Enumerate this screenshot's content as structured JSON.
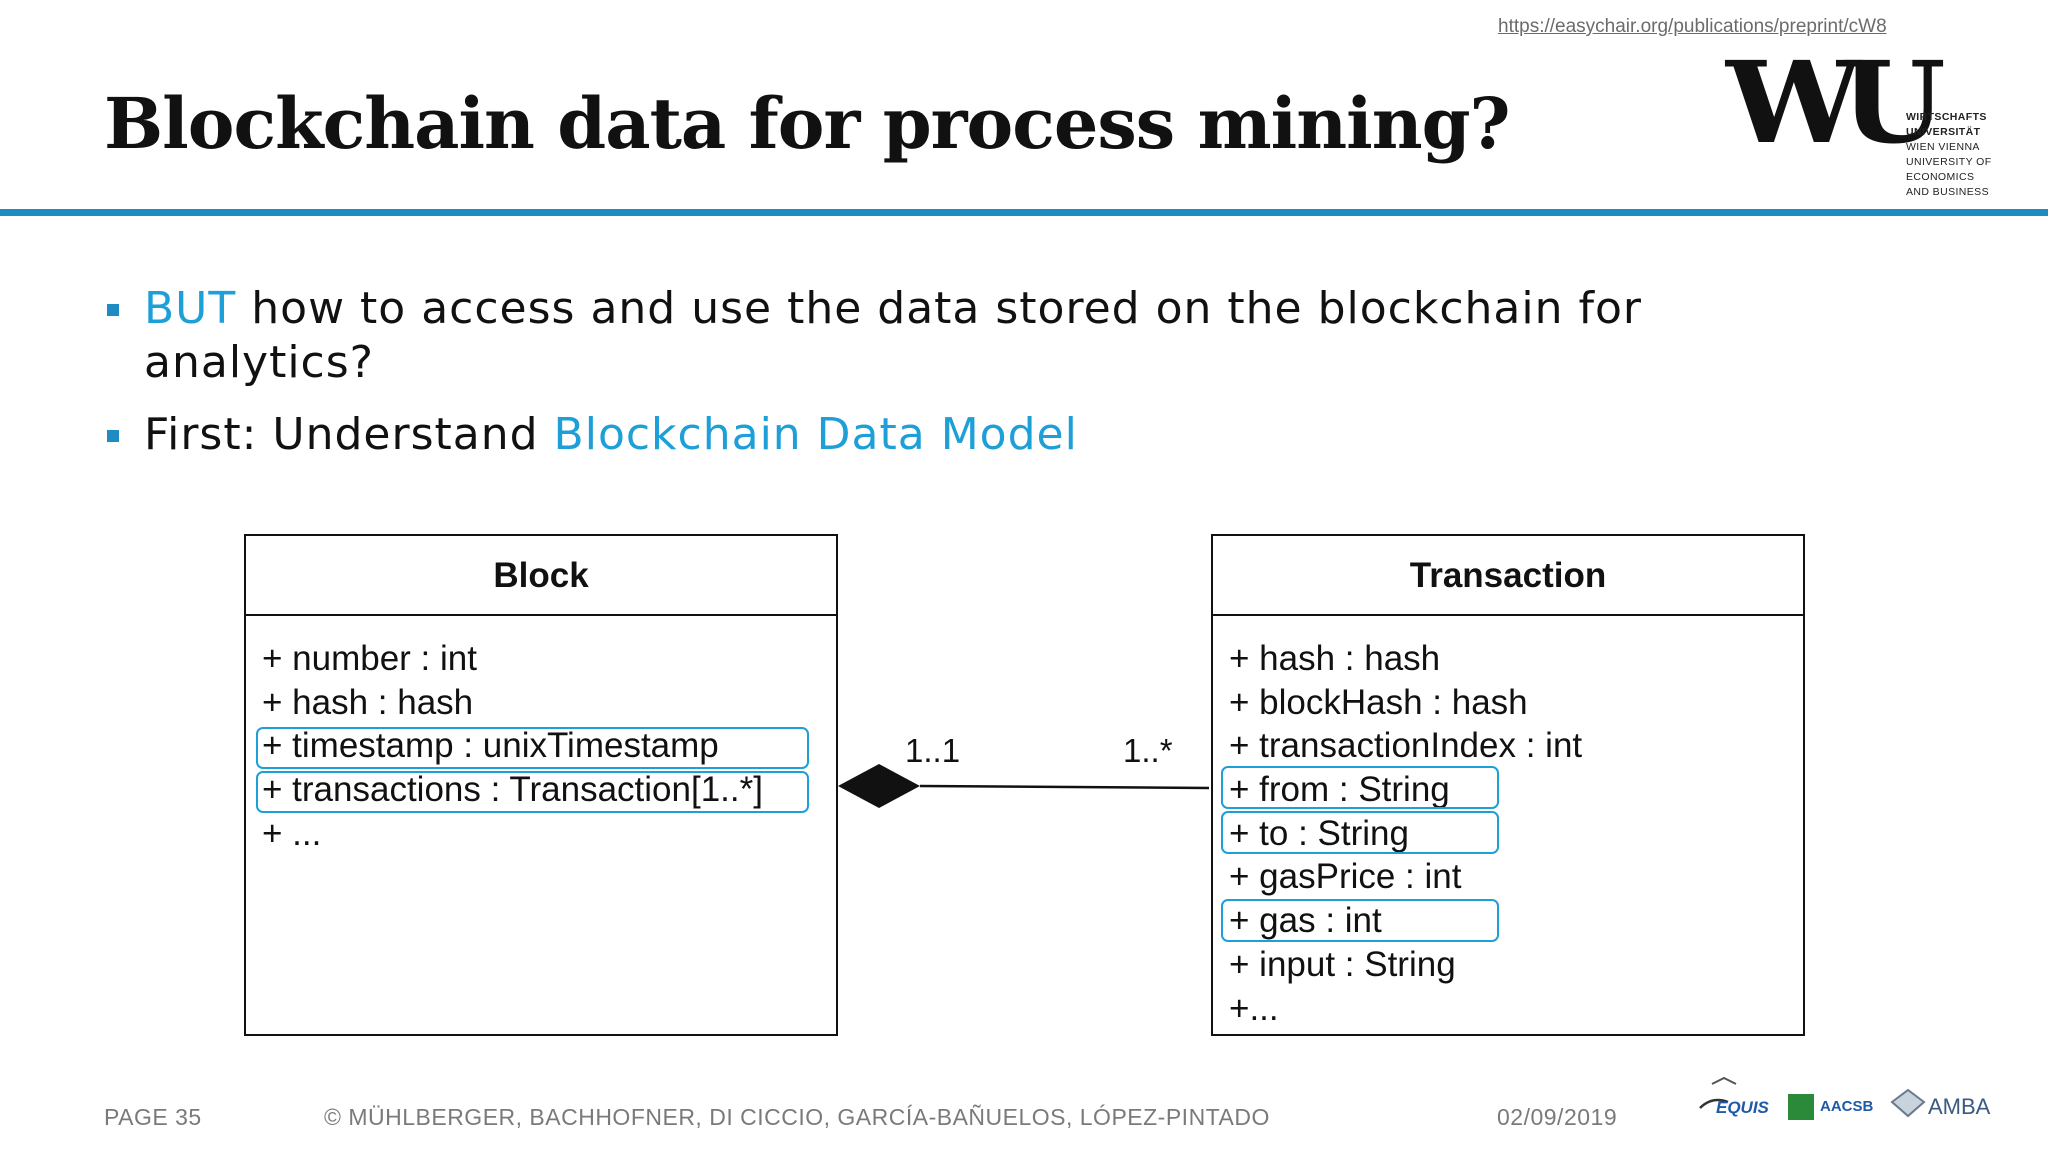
{
  "header": {
    "url": "https://easychair.org/publications/preprint/cW8",
    "title": "Blockchain data for process mining?"
  },
  "logo": {
    "mark": "WU",
    "lines": [
      "WIRTSCHAFTS",
      "UNIVERSITÄT",
      "WIEN VIENNA",
      "UNIVERSITY OF",
      "ECONOMICS",
      "AND BUSINESS"
    ]
  },
  "colors": {
    "accent": "#1e9fd8",
    "rule": "#1e8bc3"
  },
  "bullets": [
    {
      "highlight": "BUT",
      "text": " how to access and use the data stored on the blockchain for analytics?"
    },
    {
      "text": "First: Understand ",
      "highlight": "Blockchain Data Model"
    }
  ],
  "diagram": {
    "block": {
      "title": "Block",
      "attributes": [
        "+ number : int",
        "+ hash : hash",
        "+ timestamp : unixTimestamp",
        "+ transactions : Transaction[1..*]",
        "+ ..."
      ],
      "highlighted": [
        2,
        3
      ]
    },
    "transaction": {
      "title": "Transaction",
      "attributes": [
        "+ hash : hash",
        "+ blockHash : hash",
        "+ transactionIndex : int",
        "+ from : String",
        "+ to : String",
        "+ gasPrice : int",
        "+ gas : int",
        "+ input : String",
        "+..."
      ],
      "highlighted": [
        3,
        4,
        6
      ]
    },
    "association": {
      "block_multiplicity": "1..1",
      "transaction_multiplicity": "1..*",
      "type": "composition"
    }
  },
  "footer": {
    "page": "PAGE 35",
    "authors": "© MÜHLBERGER, BACHHOFNER, DI CICCIO, GARCÍA-BAÑUELOS, LÓPEZ-PINTADO",
    "date": "02/09/2019",
    "accreditations": [
      "EQUIS",
      "AACSB",
      "AMBA"
    ]
  }
}
